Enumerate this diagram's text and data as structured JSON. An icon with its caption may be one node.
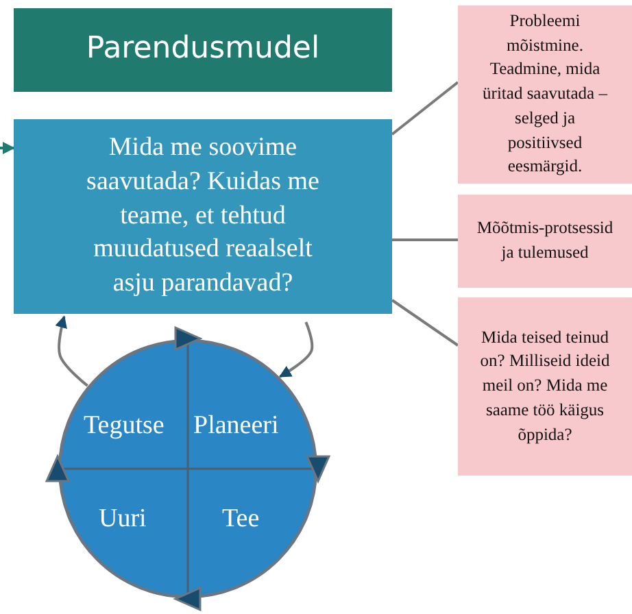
{
  "diagram": {
    "nodes": [
      {
        "text": [
          "Parendusmudel"
        ]
      },
      {
        "text": [
          "Mida me soovime saavutada? Kuidas me teame, et tehtud muudatused reaalselt asju parandavad?"
        ]
      },
      {
        "text": [
          "Probleemi mõistmine. Teadmine, mida üritad saavutada – selged ja positiivsed eesmärgid."
        ]
      },
      {
        "text": [
          "Mõõtmis-protsessid ja tulemused"
        ]
      },
      {
        "text": [
          "Mida teised teinud on? Milliseid ideid meil on? Mida me saame töö käigus õppida?"
        ]
      },
      {
        "text": [
          "Tegutse",
          "Planeeri",
          "Uuri",
          "Tee"
        ]
      }
    ],
    "edges": [
      {
        "from": null,
        "to": 1,
        "arrow": "to",
        "color": "#217a6e"
      },
      {
        "from": 1,
        "to": 2,
        "arrow": "none"
      },
      {
        "from": 1,
        "to": 3,
        "arrow": "none"
      },
      {
        "from": 1,
        "to": 4,
        "arrow": "none"
      },
      {
        "from": 1,
        "to": 5,
        "arrow": "to"
      },
      {
        "from": 5,
        "to": 1,
        "arrow": "to"
      }
    ]
  }
}
